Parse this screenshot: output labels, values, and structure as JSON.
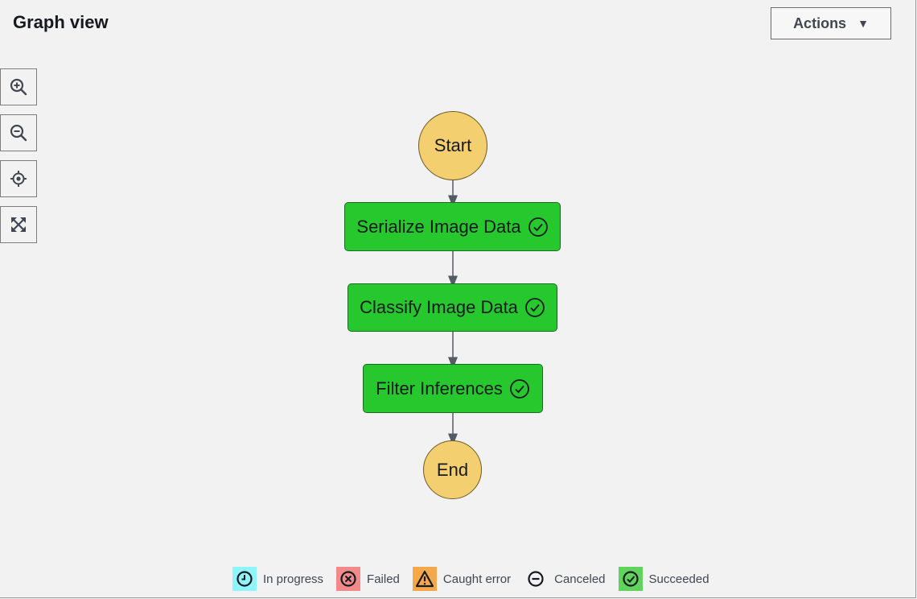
{
  "header": {
    "title": "Graph view",
    "actions_label": "Actions"
  },
  "zoom_controls": [
    {
      "name": "zoom-in-icon"
    },
    {
      "name": "zoom-out-icon"
    },
    {
      "name": "center-icon"
    },
    {
      "name": "fullscreen-icon"
    }
  ],
  "graph": {
    "start": "Start",
    "states": [
      {
        "label": "Serialize Image Data",
        "status": "Succeeded"
      },
      {
        "label": "Classify Image Data",
        "status": "Succeeded"
      },
      {
        "label": "Filter Inferences",
        "status": "Succeeded"
      }
    ],
    "end": "End"
  },
  "legend": [
    {
      "label": "In progress",
      "icon": "clock-icon",
      "color": "#8ff5fb"
    },
    {
      "label": "Failed",
      "icon": "x-circle-icon",
      "color": "#f28a8a"
    },
    {
      "label": "Caught error",
      "icon": "warning-icon",
      "color": "#f5a84a"
    },
    {
      "label": "Canceled",
      "icon": "minus-circle-icon",
      "color": ""
    },
    {
      "label": "Succeeded",
      "icon": "check-circle-icon",
      "color": "#5fd35c"
    }
  ],
  "colors": {
    "state_success": "#27c82d",
    "terminal": "#f4cf6f",
    "background": "#f2f2f2"
  }
}
